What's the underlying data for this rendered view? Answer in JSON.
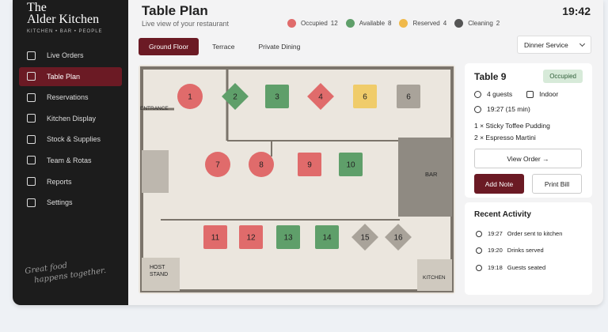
{
  "brand": {
    "name_line1": "The",
    "name_line2": "Alder Kitchen",
    "tagline": "KITCHEN • BAR • PEOPLE",
    "motto_line1": "Great food",
    "motto_line2": "happens together."
  },
  "nav": [
    {
      "label": "Live Orders",
      "icon": "clipboard-icon"
    },
    {
      "label": "Table Plan",
      "icon": "floor-plan-icon",
      "active": true
    },
    {
      "label": "Reservations",
      "icon": "calendar-icon"
    },
    {
      "label": "Kitchen Display",
      "icon": "monitor-icon"
    },
    {
      "label": "Stock & Supplies",
      "icon": "box-icon"
    },
    {
      "label": "Team & Rotas",
      "icon": "people-icon"
    },
    {
      "label": "Reports",
      "icon": "document-icon"
    },
    {
      "label": "Settings",
      "icon": "gear-icon"
    }
  ],
  "header": {
    "title": "Table Plan",
    "subtitle": "Live view of your restaurant",
    "time": "19:42"
  },
  "legend": [
    {
      "label": "Occupied",
      "count": "12",
      "color": "#e06b6b"
    },
    {
      "label": "Available",
      "count": "8",
      "color": "#5f9f6a"
    },
    {
      "label": "Reserved",
      "count": "4",
      "color": "#f0b94a"
    },
    {
      "label": "Cleaning",
      "count": "2",
      "color": "#555555"
    }
  ],
  "tabs": [
    {
      "label": "Ground Floor",
      "active": true
    },
    {
      "label": "Terrace"
    },
    {
      "label": "Private Dining"
    }
  ],
  "service": "Dinner Service",
  "floor": {
    "entrance": "ENTRANCE",
    "bar": "BAR",
    "host": "HOST STAND",
    "kitchen": "KITCHEN"
  },
  "tables": [
    {
      "n": "1",
      "status": "occupied",
      "shape": "circle"
    },
    {
      "n": "2",
      "status": "available",
      "shape": "diamond"
    },
    {
      "n": "3",
      "status": "available",
      "shape": "square"
    },
    {
      "n": "4",
      "status": "occupied",
      "shape": "diamond"
    },
    {
      "n": "6",
      "status": "reserved",
      "shape": "square"
    },
    {
      "n": "6",
      "status": "cleaning",
      "shape": "square"
    },
    {
      "n": "7",
      "status": "occupied",
      "shape": "circle"
    },
    {
      "n": "8",
      "status": "occupied",
      "shape": "circle"
    },
    {
      "n": "9",
      "status": "occupied",
      "shape": "square"
    },
    {
      "n": "10",
      "status": "available",
      "shape": "square"
    },
    {
      "n": "11",
      "status": "occupied",
      "shape": "square"
    },
    {
      "n": "12",
      "status": "occupied",
      "shape": "square"
    },
    {
      "n": "13",
      "status": "available",
      "shape": "square"
    },
    {
      "n": "14",
      "status": "available",
      "shape": "square"
    },
    {
      "n": "15",
      "status": "cleaning",
      "shape": "diamond"
    },
    {
      "n": "16",
      "status": "cleaning",
      "shape": "diamond"
    }
  ],
  "detail": {
    "table": "Table 9",
    "status": "Occupied",
    "guests": "4 guests",
    "area": "Indoor",
    "seated": "19:27 (15 min)",
    "items": [
      "1 × Sticky Toffee Pudding",
      "2 × Espresso Martini"
    ],
    "view_order": "View Order →",
    "add_note": "Add Note",
    "print_bill": "Print Bill"
  },
  "activity": {
    "title": "Recent Activity",
    "items": [
      {
        "time": "19:27",
        "text": "Order sent to kitchen"
      },
      {
        "time": "19:20",
        "text": "Drinks served"
      },
      {
        "time": "19:18",
        "text": "Guests seated"
      }
    ]
  }
}
